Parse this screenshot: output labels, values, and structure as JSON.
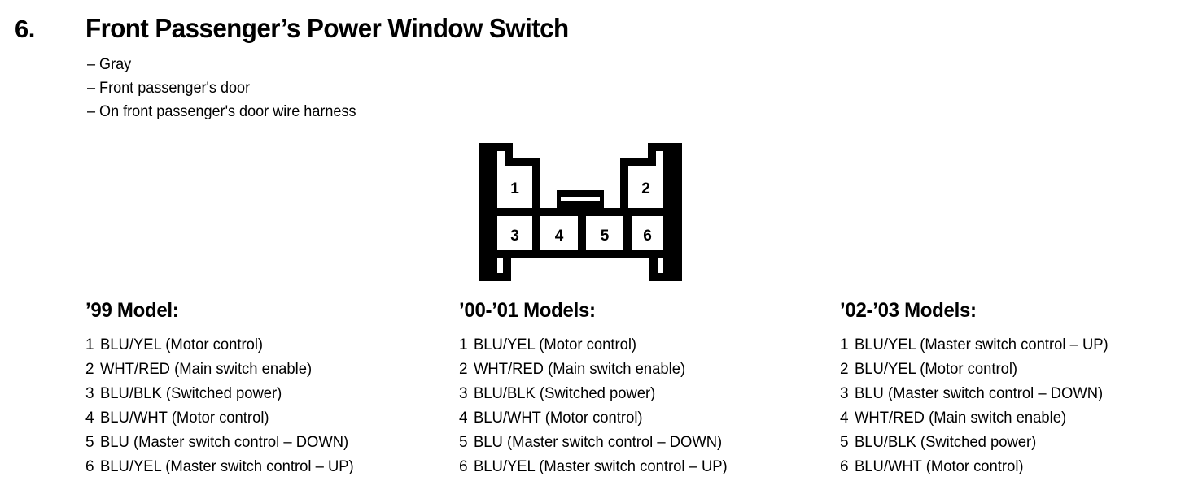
{
  "header": {
    "number": "6.",
    "title": "Front Passenger’s Power Window Switch",
    "details": [
      "– Gray",
      "– Front passenger's door",
      "– On front passenger's door wire harness"
    ]
  },
  "connector": {
    "name": "6-pin connector pinout",
    "pins": [
      "1",
      "2",
      "3",
      "4",
      "5",
      "6"
    ],
    "line_color": "#000000",
    "fill_color": "#ffffff"
  },
  "columns": [
    {
      "heading": "’99 Model:",
      "rows": [
        {
          "num": "1",
          "desc": "BLU/YEL (Motor control)"
        },
        {
          "num": "2",
          "desc": "WHT/RED (Main switch enable)"
        },
        {
          "num": "3",
          "desc": "BLU/BLK (Switched power)"
        },
        {
          "num": "4",
          "desc": "BLU/WHT (Motor control)"
        },
        {
          "num": "5",
          "desc": "BLU (Master switch control – DOWN)"
        },
        {
          "num": "6",
          "desc": "BLU/YEL (Master switch control – UP)"
        }
      ]
    },
    {
      "heading": "’00-’01 Models:",
      "rows": [
        {
          "num": "1",
          "desc": "BLU/YEL (Motor control)"
        },
        {
          "num": "2",
          "desc": "WHT/RED (Main switch enable)"
        },
        {
          "num": "3",
          "desc": "BLU/BLK (Switched power)"
        },
        {
          "num": "4",
          "desc": "BLU/WHT (Motor control)"
        },
        {
          "num": "5",
          "desc": "BLU (Master switch control – DOWN)"
        },
        {
          "num": "6",
          "desc": "BLU/YEL (Master switch control – UP)"
        }
      ]
    },
    {
      "heading": "’02-’03 Models:",
      "rows": [
        {
          "num": "1",
          "desc": "BLU/YEL (Master switch control – UP)"
        },
        {
          "num": "2",
          "desc": "BLU/YEL (Motor control)"
        },
        {
          "num": "3",
          "desc": "BLU (Master switch control – DOWN)"
        },
        {
          "num": "4",
          "desc": "WHT/RED (Main switch enable)"
        },
        {
          "num": "5",
          "desc": "BLU/BLK (Switched power)"
        },
        {
          "num": "6",
          "desc": "BLU/WHT (Motor control)"
        }
      ]
    }
  ]
}
